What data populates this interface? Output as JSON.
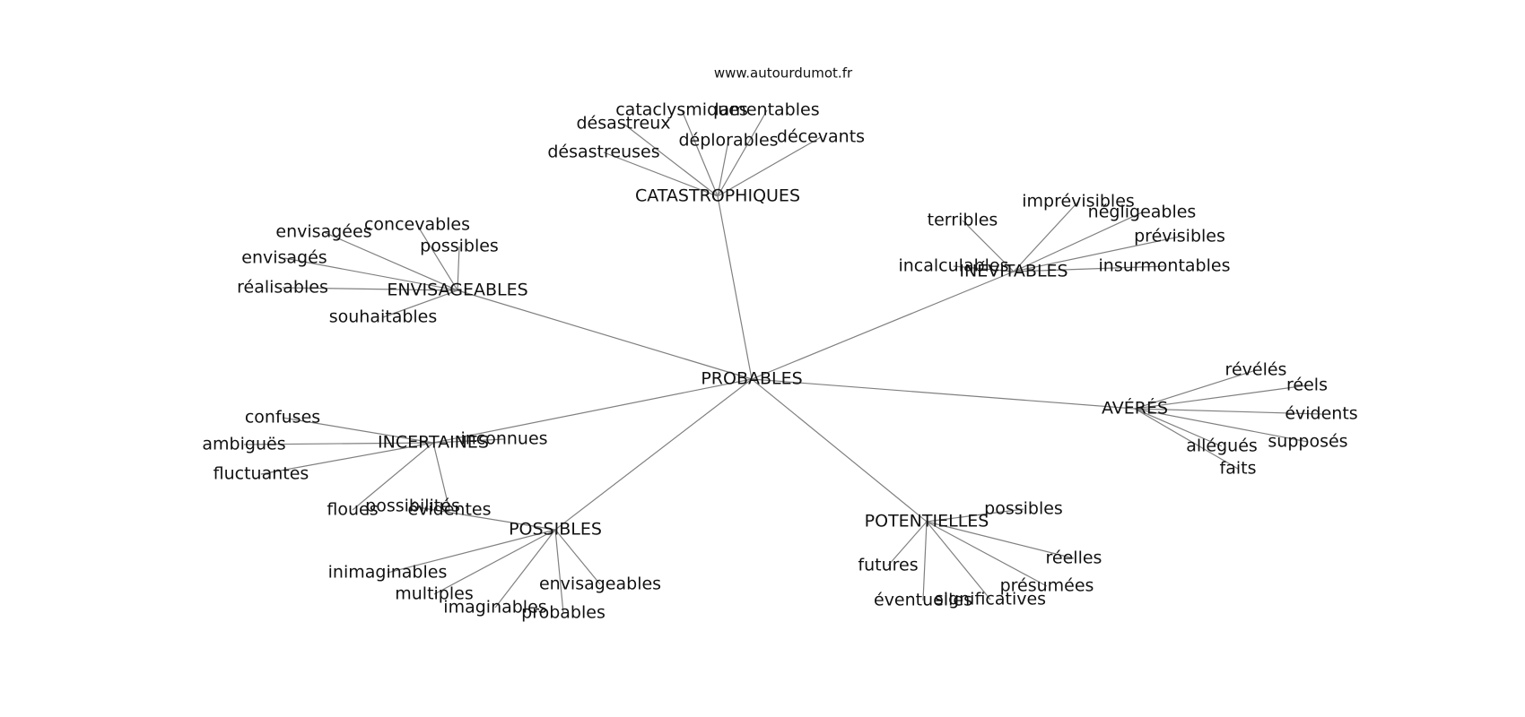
{
  "source": "www.autourdumot.fr",
  "graph": {
    "root": "PROBABLES",
    "groups": [
      {
        "id": "catastrophiques",
        "label": "CATASTROPHIQUES",
        "leaves": [
          "cataclysmiques",
          "lamentables",
          "désastreux",
          "déplorables",
          "décevants",
          "désastreuses"
        ]
      },
      {
        "id": "envisageables",
        "label": "ENVISAGEABLES",
        "leaves": [
          "concevables",
          "envisagées",
          "possibles",
          "envisagés",
          "réalisables",
          "souhaitables"
        ]
      },
      {
        "id": "inevitables",
        "label": "INÉVITABLES",
        "leaves": [
          "imprévisibles",
          "négligeables",
          "terribles",
          "prévisibles",
          "incalculables",
          "insurmontables"
        ]
      },
      {
        "id": "averes",
        "label": "AVÉRÉS",
        "leaves": [
          "révélés",
          "réels",
          "évidents",
          "supposés",
          "allégués",
          "faits"
        ]
      },
      {
        "id": "incertaines",
        "label": "INCERTAINES",
        "leaves": [
          "confuses",
          "ambiguës",
          "inconnues",
          "fluctuantes",
          "floues",
          "évidentes"
        ]
      },
      {
        "id": "possibles",
        "label": "POSSIBLES",
        "leaves": [
          "possibilités",
          "inimaginables",
          "multiples",
          "envisageables",
          "imaginables",
          "probables"
        ]
      },
      {
        "id": "potentielles",
        "label": "POTENTIELLES",
        "leaves": [
          "possibles",
          "futures",
          "réelles",
          "présumées",
          "éventuelles",
          "significatives"
        ]
      }
    ]
  }
}
